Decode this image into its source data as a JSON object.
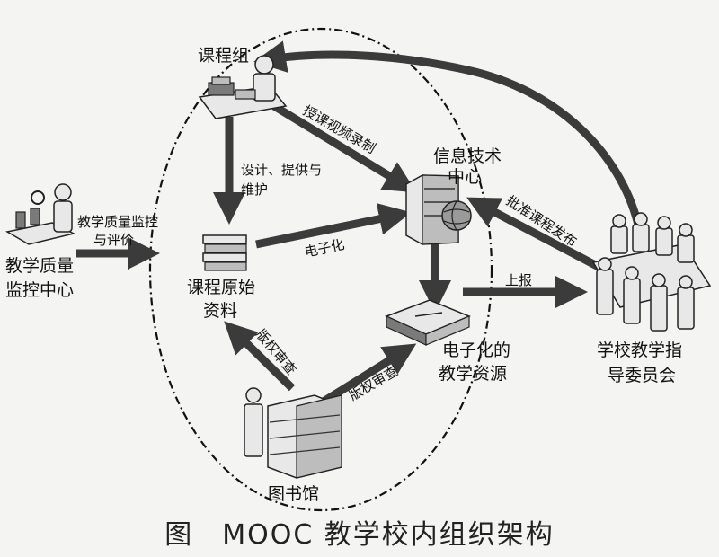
{
  "nodes": {
    "course_group": "课程组",
    "it_center_line1": "信息技术",
    "it_center_line2": "中心",
    "quality_center_line1": "教学质量",
    "quality_center_line2": "监控中心",
    "raw_materials_line1": "课程原始",
    "raw_materials_line2": "资料",
    "digital_resources_line1": "电子化的",
    "digital_resources_line2": "教学资源",
    "committee_line1": "学校教学指",
    "committee_line2": "导委员会",
    "library": "图书馆"
  },
  "edges": {
    "video_recording": "授课视频录制",
    "design_line1": "设计、提供与",
    "design_line2": "维护",
    "quality_monitor_line1": "教学质量监控",
    "quality_monitor_line2": "与评价",
    "digitize": "电子化",
    "approve_release": "批准课程发布",
    "report": "上报",
    "copyright_review_left": "版权审查",
    "copyright_review_right": "版权审查"
  },
  "caption": "图　MOOC 教学校内组织架构"
}
